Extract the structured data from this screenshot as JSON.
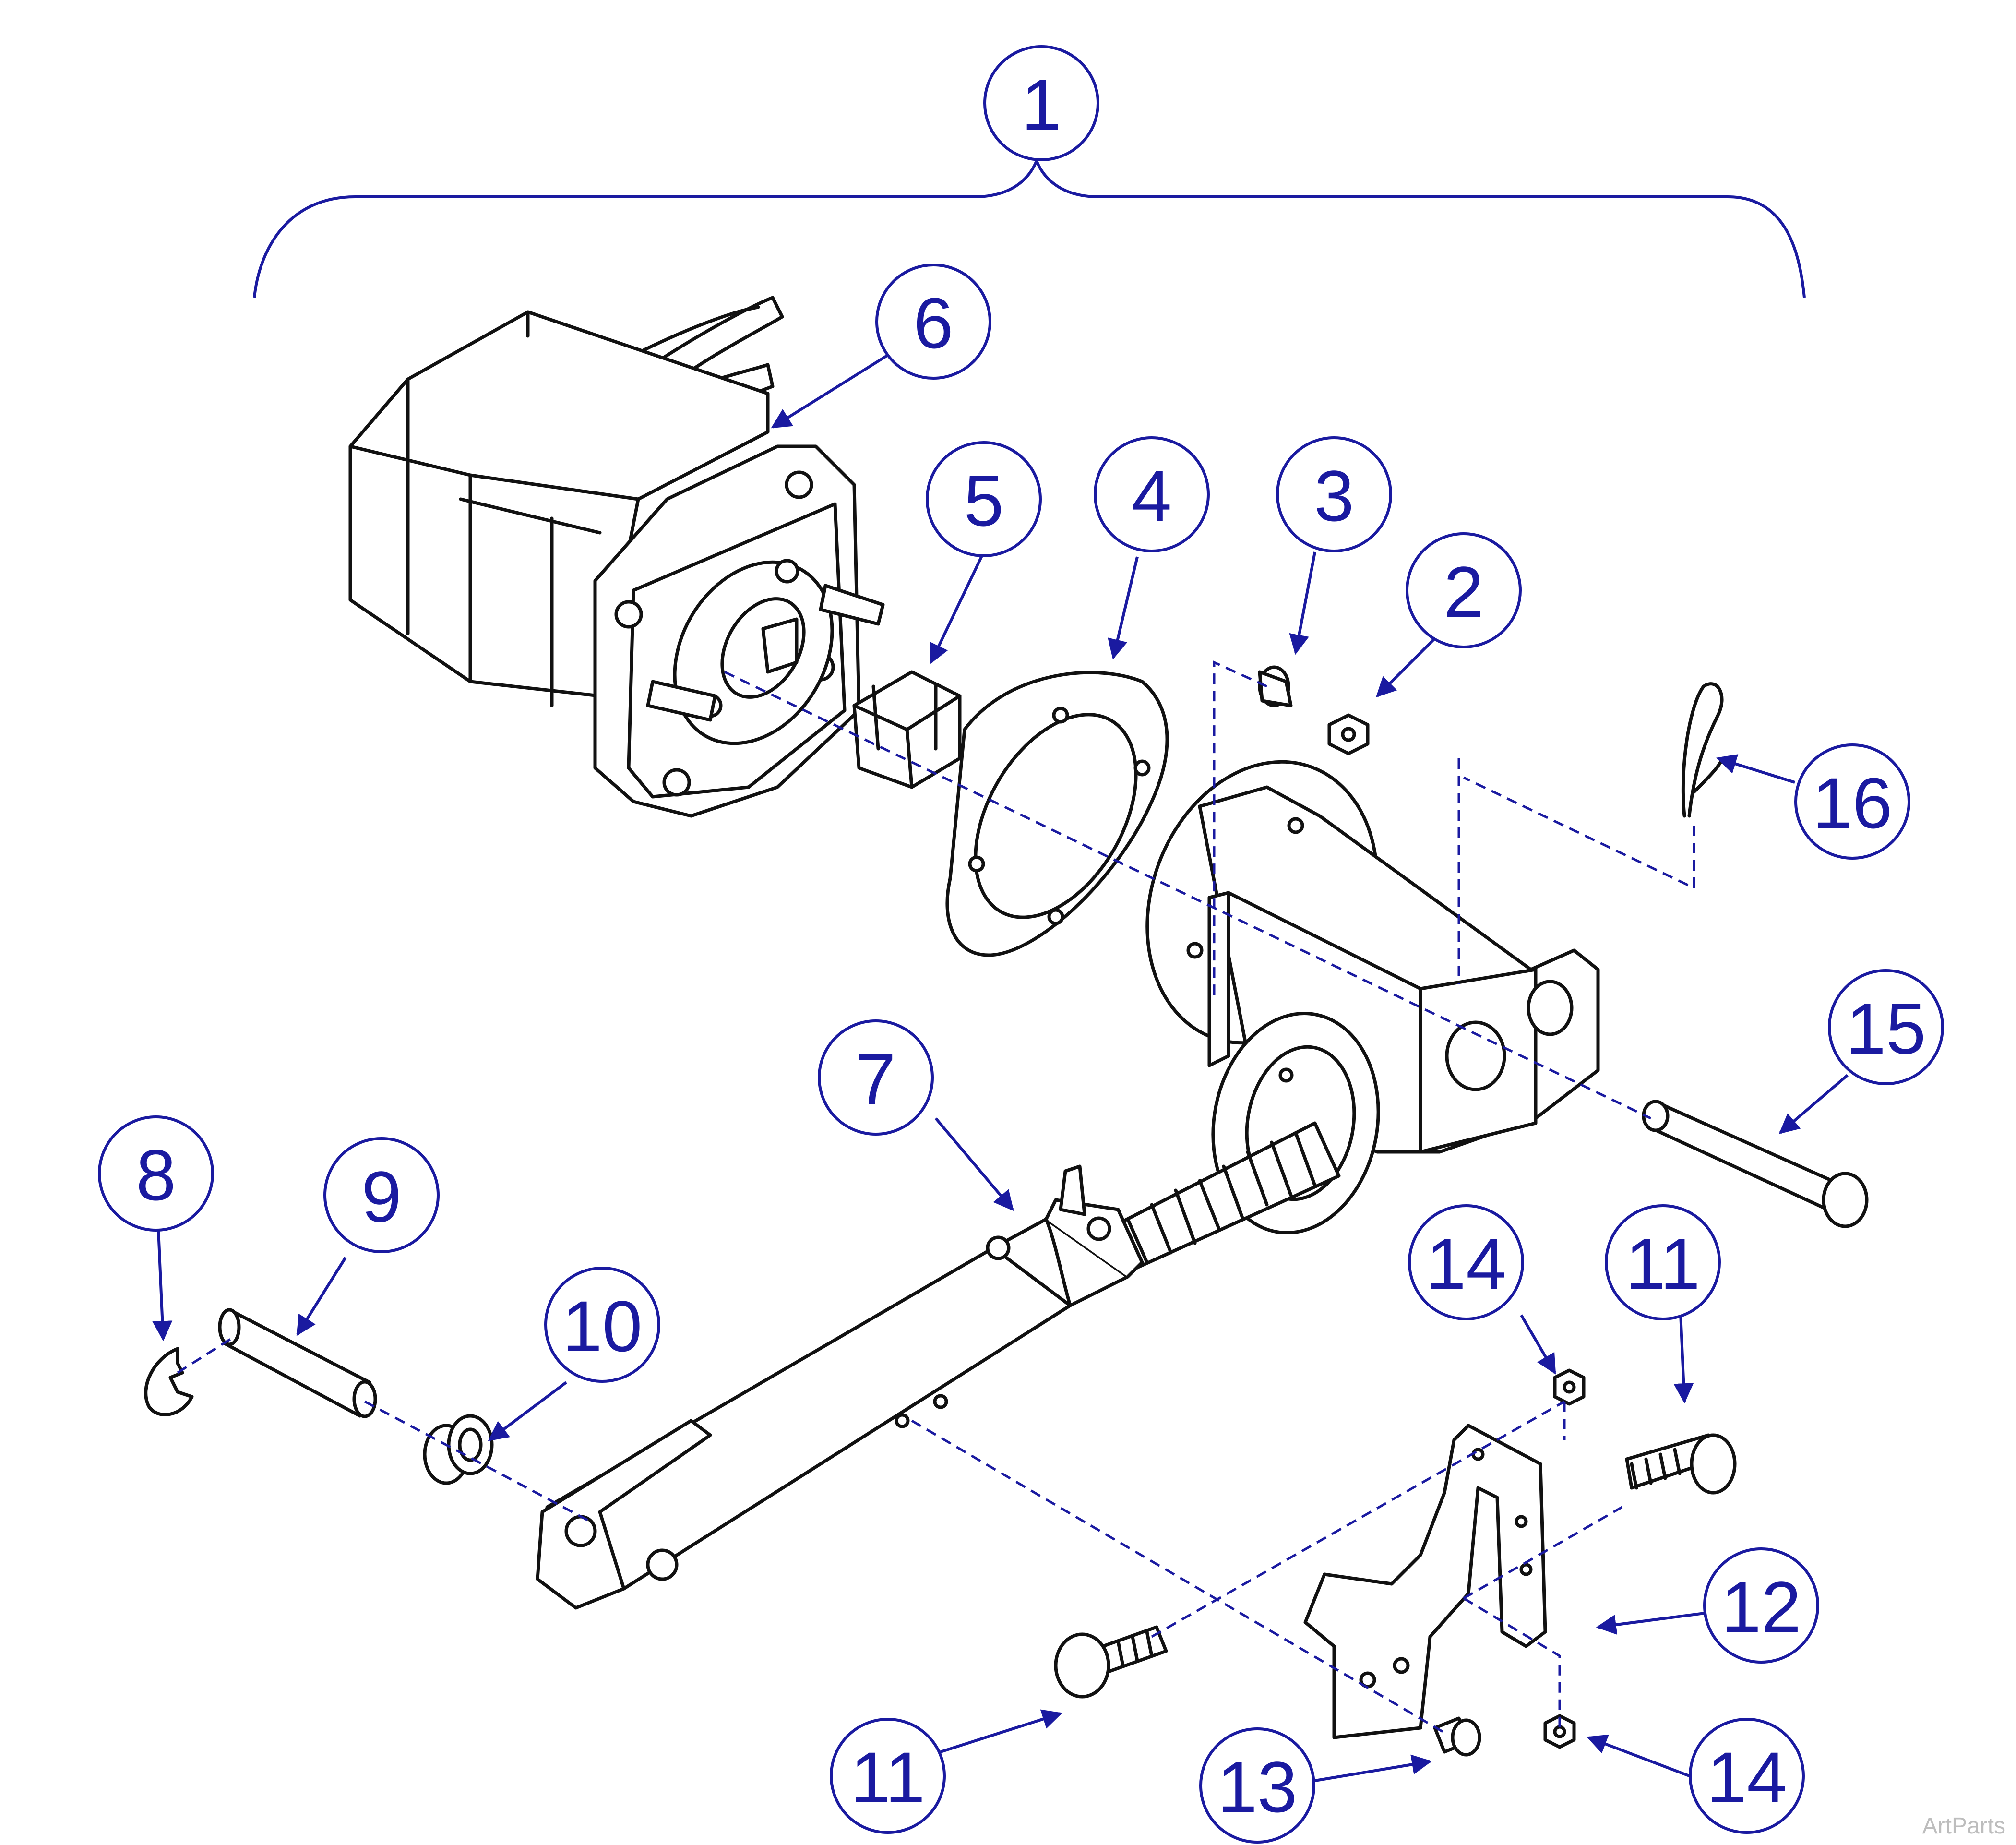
{
  "colors": {
    "line_art": "#111111",
    "callout": "#1a1aa0",
    "leader_dash": "#1a1aa0",
    "watermark": "#bdbdbd",
    "background": "#ffffff"
  },
  "callouts": [
    {
      "id": "c1",
      "label": "1"
    },
    {
      "id": "c6",
      "label": "6"
    },
    {
      "id": "c5",
      "label": "5"
    },
    {
      "id": "c4",
      "label": "4"
    },
    {
      "id": "c3",
      "label": "3"
    },
    {
      "id": "c2",
      "label": "2"
    },
    {
      "id": "c16",
      "label": "16"
    },
    {
      "id": "c15",
      "label": "15"
    },
    {
      "id": "c7",
      "label": "7"
    },
    {
      "id": "c8",
      "label": "8"
    },
    {
      "id": "c9",
      "label": "9"
    },
    {
      "id": "c10",
      "label": "10"
    },
    {
      "id": "c14a",
      "label": "14"
    },
    {
      "id": "c11a",
      "label": "11"
    },
    {
      "id": "c12",
      "label": "12"
    },
    {
      "id": "c11b",
      "label": "11"
    },
    {
      "id": "c13",
      "label": "13"
    },
    {
      "id": "c14b",
      "label": "14"
    }
  ],
  "watermark": "ArtParts"
}
